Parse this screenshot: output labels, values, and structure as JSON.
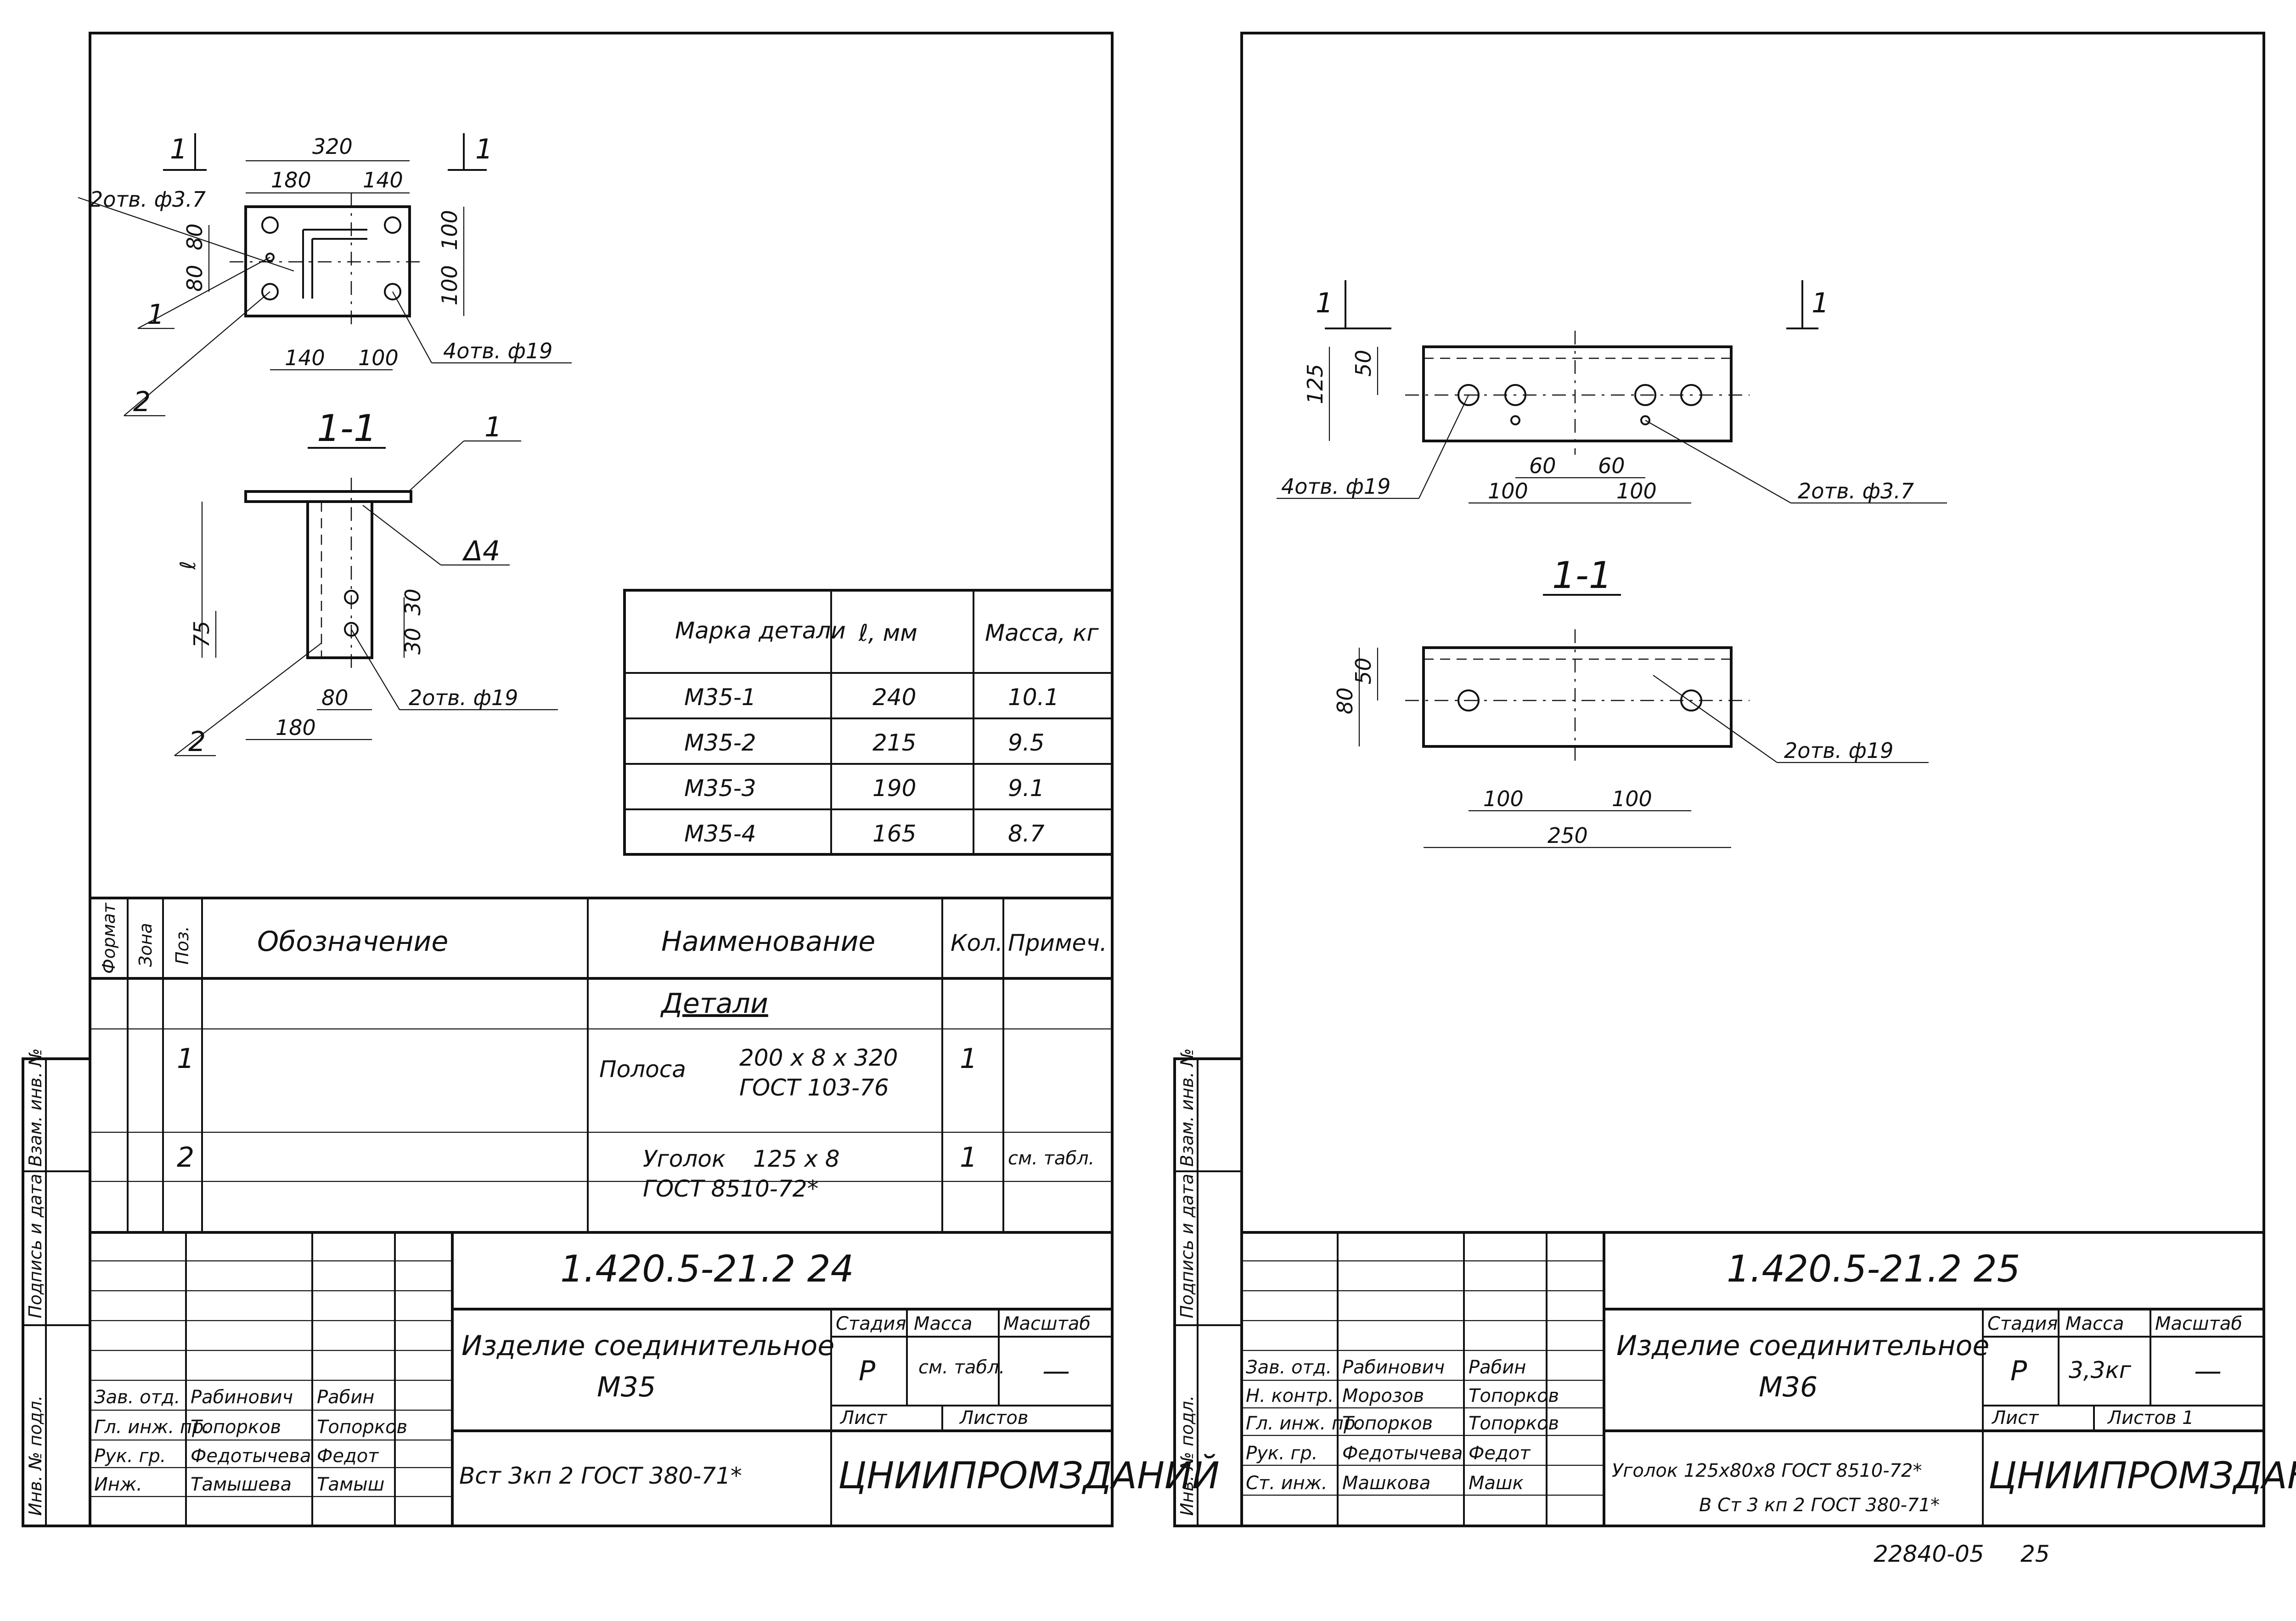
{
  "page_number": "24",
  "footer_code": "22840-05",
  "footer_page": "25",
  "left": {
    "plan": {
      "sec_mark_left": "1",
      "sec_mark_right": "1",
      "dim_total": "320",
      "dim_a": "180",
      "dim_b": "140",
      "dim_c": "140",
      "dim_d": "100",
      "dim_v1": "80",
      "dim_v2": "80",
      "dim_v3": "100",
      "dim_v4": "100",
      "holes_small": "2отв. ф3.7",
      "holes_big": "4отв. ф19",
      "pos1": "1",
      "pos2": "2"
    },
    "section": {
      "title": "1-1",
      "pos1": "1",
      "pos2": "2",
      "weld": "Δ4",
      "dim_l": "ℓ",
      "dim_75": "75",
      "dim_30a": "30",
      "dim_30b": "30",
      "dim_80": "80",
      "dim_180": "180",
      "holes": "2отв. ф19"
    },
    "table": {
      "headers": [
        "Марка детали",
        "ℓ, мм",
        "Масса, кг"
      ],
      "rows": [
        [
          "М35-1",
          "240",
          "10.1"
        ],
        [
          "М35-2",
          "215",
          "9.5"
        ],
        [
          "М35-3",
          "190",
          "9.1"
        ],
        [
          "М35-4",
          "165",
          "8.7"
        ]
      ]
    },
    "spec": {
      "col_format": "Формат",
      "col_zone": "Зона",
      "col_pos": "Поз.",
      "col_designation": "Обозначение",
      "col_name": "Наименование",
      "col_qty": "Кол.",
      "col_note": "Примеч.",
      "section_title": "Детали",
      "rows": [
        {
          "pos": "1",
          "name": "Полоса",
          "spec1": "200 x 8 x 320",
          "spec2": "ГОСТ 103-76",
          "qty": "1",
          "note": ""
        },
        {
          "pos": "2",
          "name": "Уголок",
          "spec1": "125 x 8",
          "spec2": "ГОСТ 8510-72*",
          "qty": "1",
          "note": "см. табл."
        }
      ]
    },
    "side_labels": [
      "Взам. инв. №",
      "Подпись и дата",
      "Инв. № подл."
    ],
    "title_block": {
      "code": "1.420.5-21.2  24",
      "product": "Изделие соединительное",
      "mark": "М35",
      "material": "Вст 3кп 2 ГОСТ 380-71*",
      "org": "ЦНИИПРОМЗДАНИЙ",
      "stage_label": "Стадия",
      "mass_label": "Масса",
      "scale_label": "Масштаб",
      "stage": "Р",
      "mass": "см. табл.",
      "scale": "—",
      "sheet_label": "Лист",
      "sheets_label": "Листов",
      "staff": [
        {
          "role": "Зав. отд.",
          "name": "Рабинович",
          "sign": "Рабин"
        },
        {
          "role": "Гл. инж. пр.",
          "name": "Топорков",
          "sign": "Топорков"
        },
        {
          "role": "Рук. гр.",
          "name": "Федотычева",
          "sign": "Федот"
        },
        {
          "role": "Инж.",
          "name": "Тамышева",
          "sign": "Тамыш"
        }
      ]
    }
  },
  "right": {
    "plan": {
      "sec_mark_left": "1",
      "sec_mark_right": "1",
      "dim_125": "125",
      "dim_50": "50",
      "dim_60a": "60",
      "dim_60b": "60",
      "dim_100a": "100",
      "dim_100b": "100",
      "holes_big": "4отв. ф19",
      "holes_small": "2отв. ф3.7"
    },
    "section": {
      "title": "1-1",
      "dim_80": "80",
      "dim_50": "50",
      "dim_100a": "100",
      "dim_100b": "100",
      "dim_250": "250",
      "holes": "2отв. ф19"
    },
    "side_labels": [
      "Взам. инв. №",
      "Подпись и дата",
      "Инв. № подл."
    ],
    "title_block": {
      "code": "1.420.5-21.2  25",
      "product": "Изделие соединительное",
      "mark": "М36",
      "material1": "Уголок  125x80x8 ГОСТ 8510-72*",
      "material2": "В Ст 3 кп 2 ГОСТ 380-71*",
      "org": "ЦНИИПРОМЗДАНИЙ",
      "stage_label": "Стадия",
      "mass_label": "Масса",
      "scale_label": "Масштаб",
      "stage": "Р",
      "mass": "3,3кг",
      "scale": "—",
      "sheet_label": "Лист",
      "sheets_label": "Листов 1",
      "staff": [
        {
          "role": "Зав. отд.",
          "name": "Рабинович",
          "sign": "Рабин"
        },
        {
          "role": "Н. контр.",
          "name": "Морозов",
          "sign": "Топорков"
        },
        {
          "role": "Гл. инж. пр.",
          "name": "Топорков",
          "sign": "Топорков"
        },
        {
          "role": "Рук. гр.",
          "name": "Федотычева",
          "sign": "Федот"
        },
        {
          "role": "Ст. инж.",
          "name": "Машкова",
          "sign": "Машк"
        }
      ]
    }
  }
}
